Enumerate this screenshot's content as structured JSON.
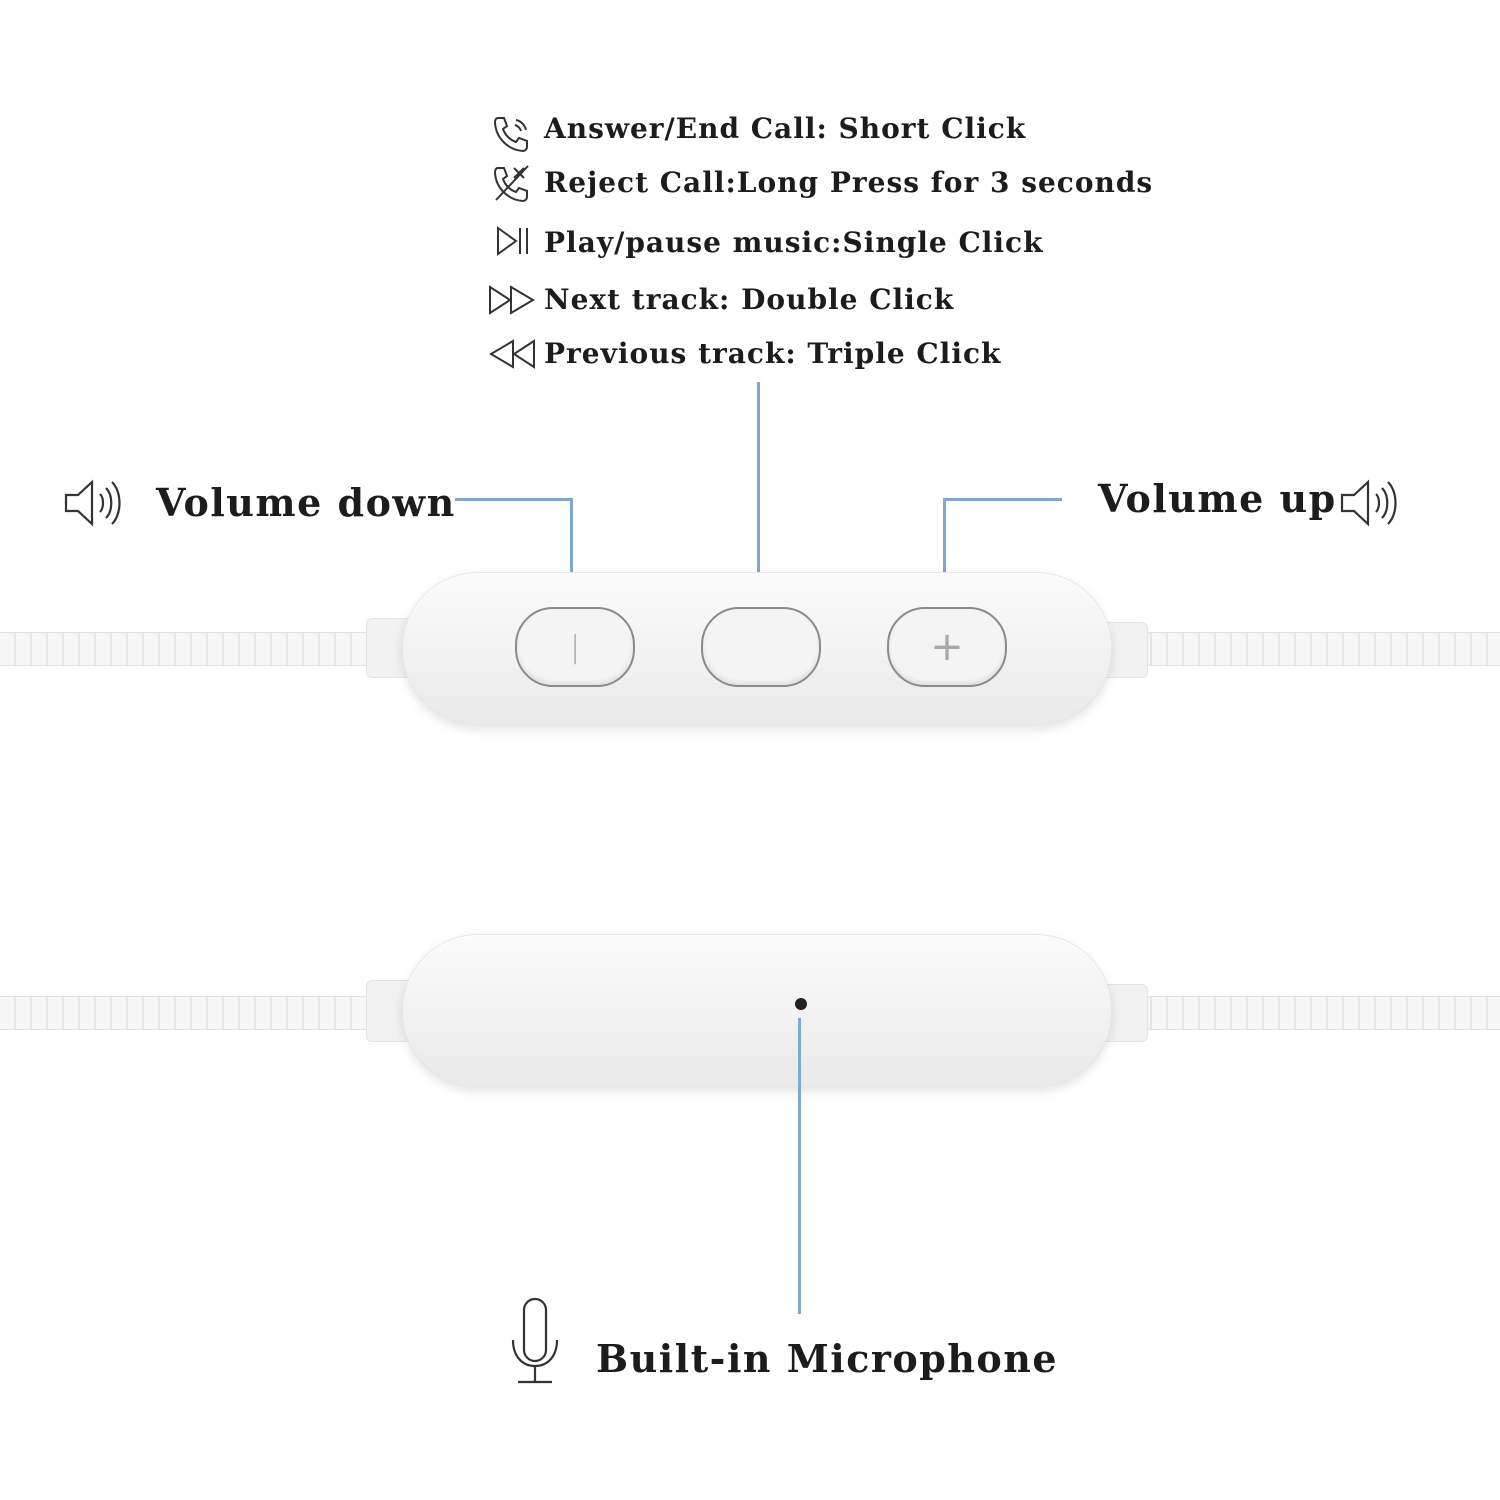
{
  "functions": [
    {
      "icon": "phone-answer-icon",
      "text": "Answer/End Call: Short Click"
    },
    {
      "icon": "phone-reject-icon",
      "text": "Reject Call:Long Press for 3 seconds"
    },
    {
      "icon": "play-pause-icon",
      "text": "Play/pause music:Single Click"
    },
    {
      "icon": "fast-forward-icon",
      "text": "Next track: Double Click"
    },
    {
      "icon": "rewind-icon",
      "text": "Previous track: Triple Click"
    }
  ],
  "volume_down": {
    "label": "Volume down",
    "icon": "speaker-icon"
  },
  "volume_up": {
    "label": "Volume up",
    "icon": "speaker-icon"
  },
  "buttons": {
    "minus_glyph": "|",
    "plus_glyph": "+"
  },
  "microphone": {
    "label": "Built-in Microphone",
    "icon": "microphone-icon"
  },
  "colors": {
    "leader_line": "#7ea6d6",
    "text": "#1c1c1c",
    "background": "#ffffff"
  }
}
